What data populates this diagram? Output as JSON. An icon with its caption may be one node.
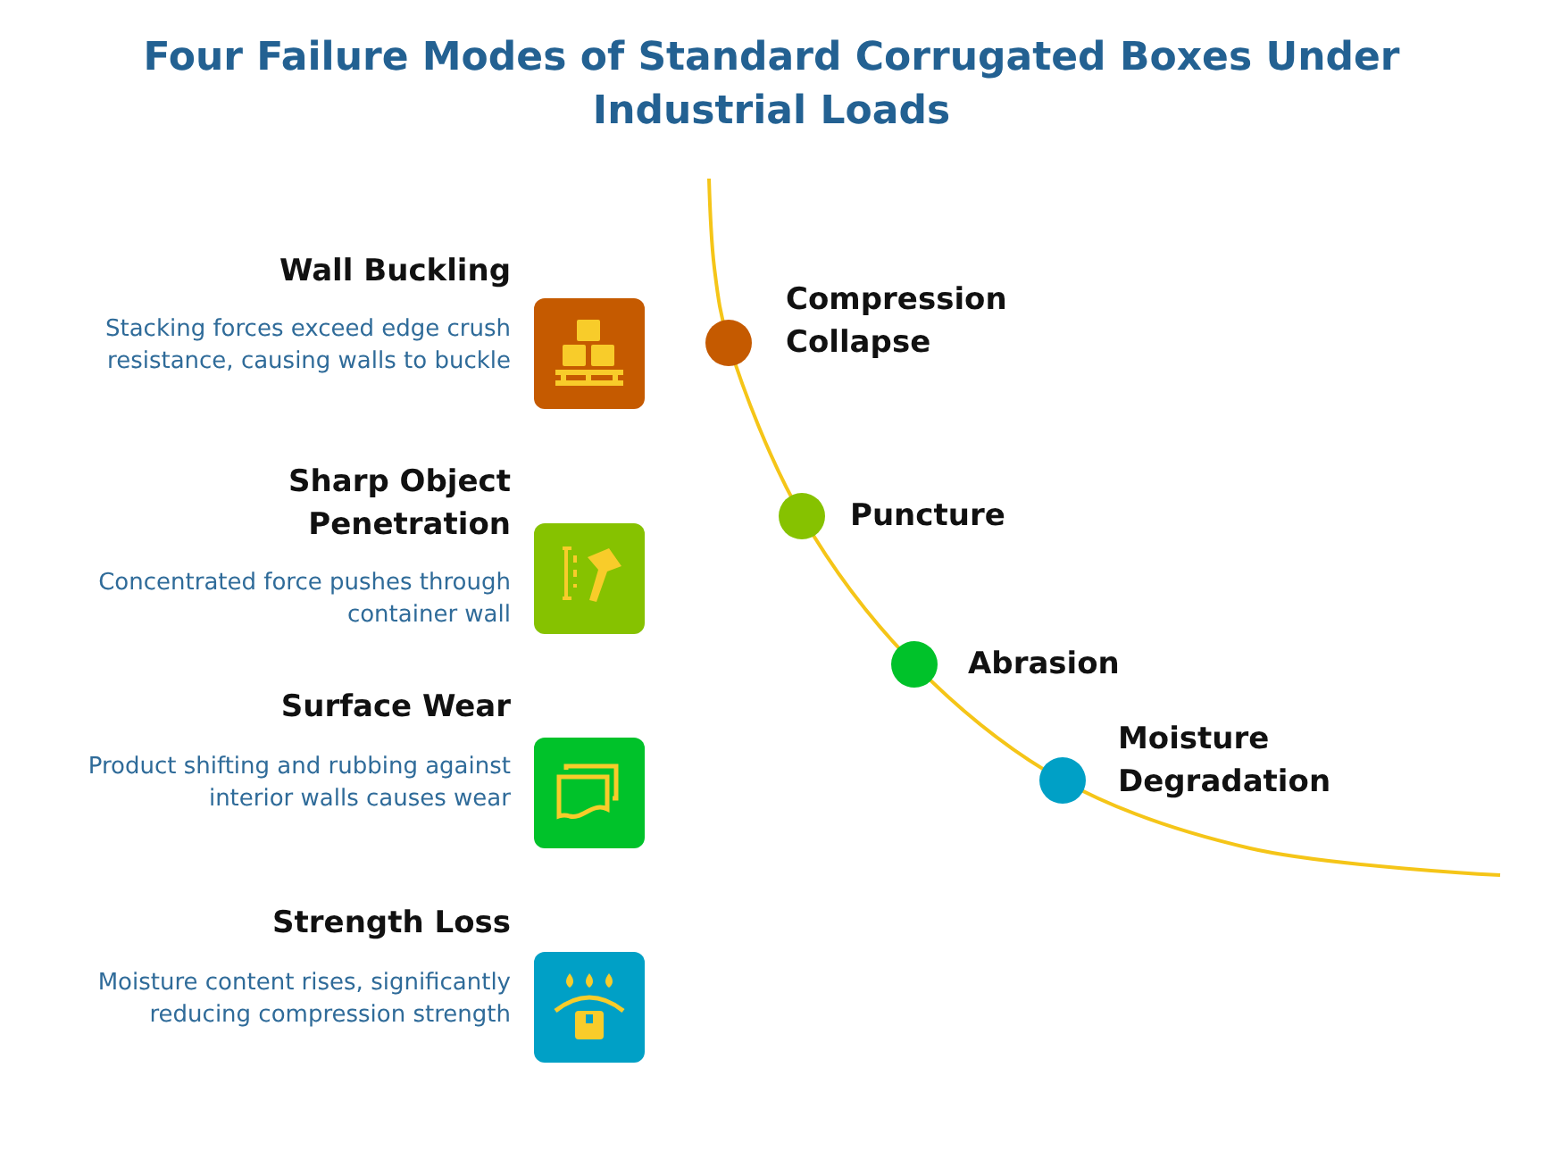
{
  "diagram": {
    "title": "Four Failure Modes of Standard Corrugated Boxes Under Industrial Loads",
    "nodes": [
      {
        "text": [],
        "shape": "picture",
        "beside": [
          "Wall Buckling",
          "Stacking forces exceed edge crush resistance, causing walls to buckle"
        ]
      },
      {
        "text": [],
        "shape": "circle",
        "beside": [
          "Compression Collapse"
        ]
      },
      {
        "text": [],
        "shape": "picture",
        "beside": [
          "Sharp Object Penetration",
          "Concentrated force pushes through container wall"
        ]
      },
      {
        "text": [],
        "shape": "circle",
        "beside": [
          "Puncture"
        ]
      },
      {
        "text": [],
        "shape": "picture",
        "beside": [
          "Surface Wear",
          "Product shifting and rubbing against interior walls causes wear"
        ]
      },
      {
        "text": [],
        "shape": "circle",
        "beside": [
          "Abrasion"
        ]
      },
      {
        "text": [],
        "shape": "picture",
        "beside": [
          "Strength Loss",
          "Moisture content rises, significantly reducing compression strength"
        ]
      },
      {
        "text": [],
        "shape": "circle",
        "beside": [
          "Moisture Degradation"
        ]
      }
    ]
  }
}
